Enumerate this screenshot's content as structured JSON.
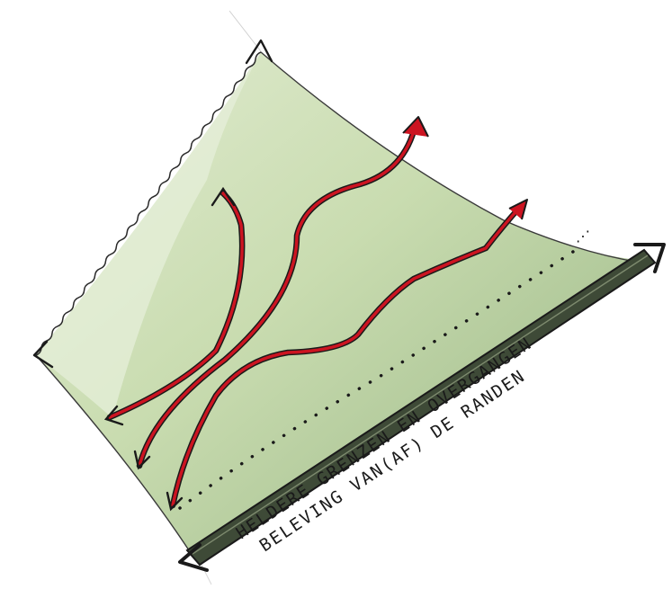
{
  "colors": {
    "paper": "#ffffff",
    "field_light": "#dbe8c9",
    "field_mid": "#c4d8a9",
    "field_dark": "#9cb987",
    "edge_band": "#3e4a37",
    "outline": "#2a2a2a",
    "arrow_red": "#cc1421",
    "arrow_outline": "#1a1a1a",
    "dots": "#1a1a1a"
  },
  "annotation": {
    "line1": "HELDERE GRENZEN EN OVERGANGEN",
    "line2": "BELEVING VAN(AF) DE RANDEN"
  },
  "icons": [
    "arrow-head-icon",
    "red-arrow-icon",
    "dotted-line"
  ]
}
